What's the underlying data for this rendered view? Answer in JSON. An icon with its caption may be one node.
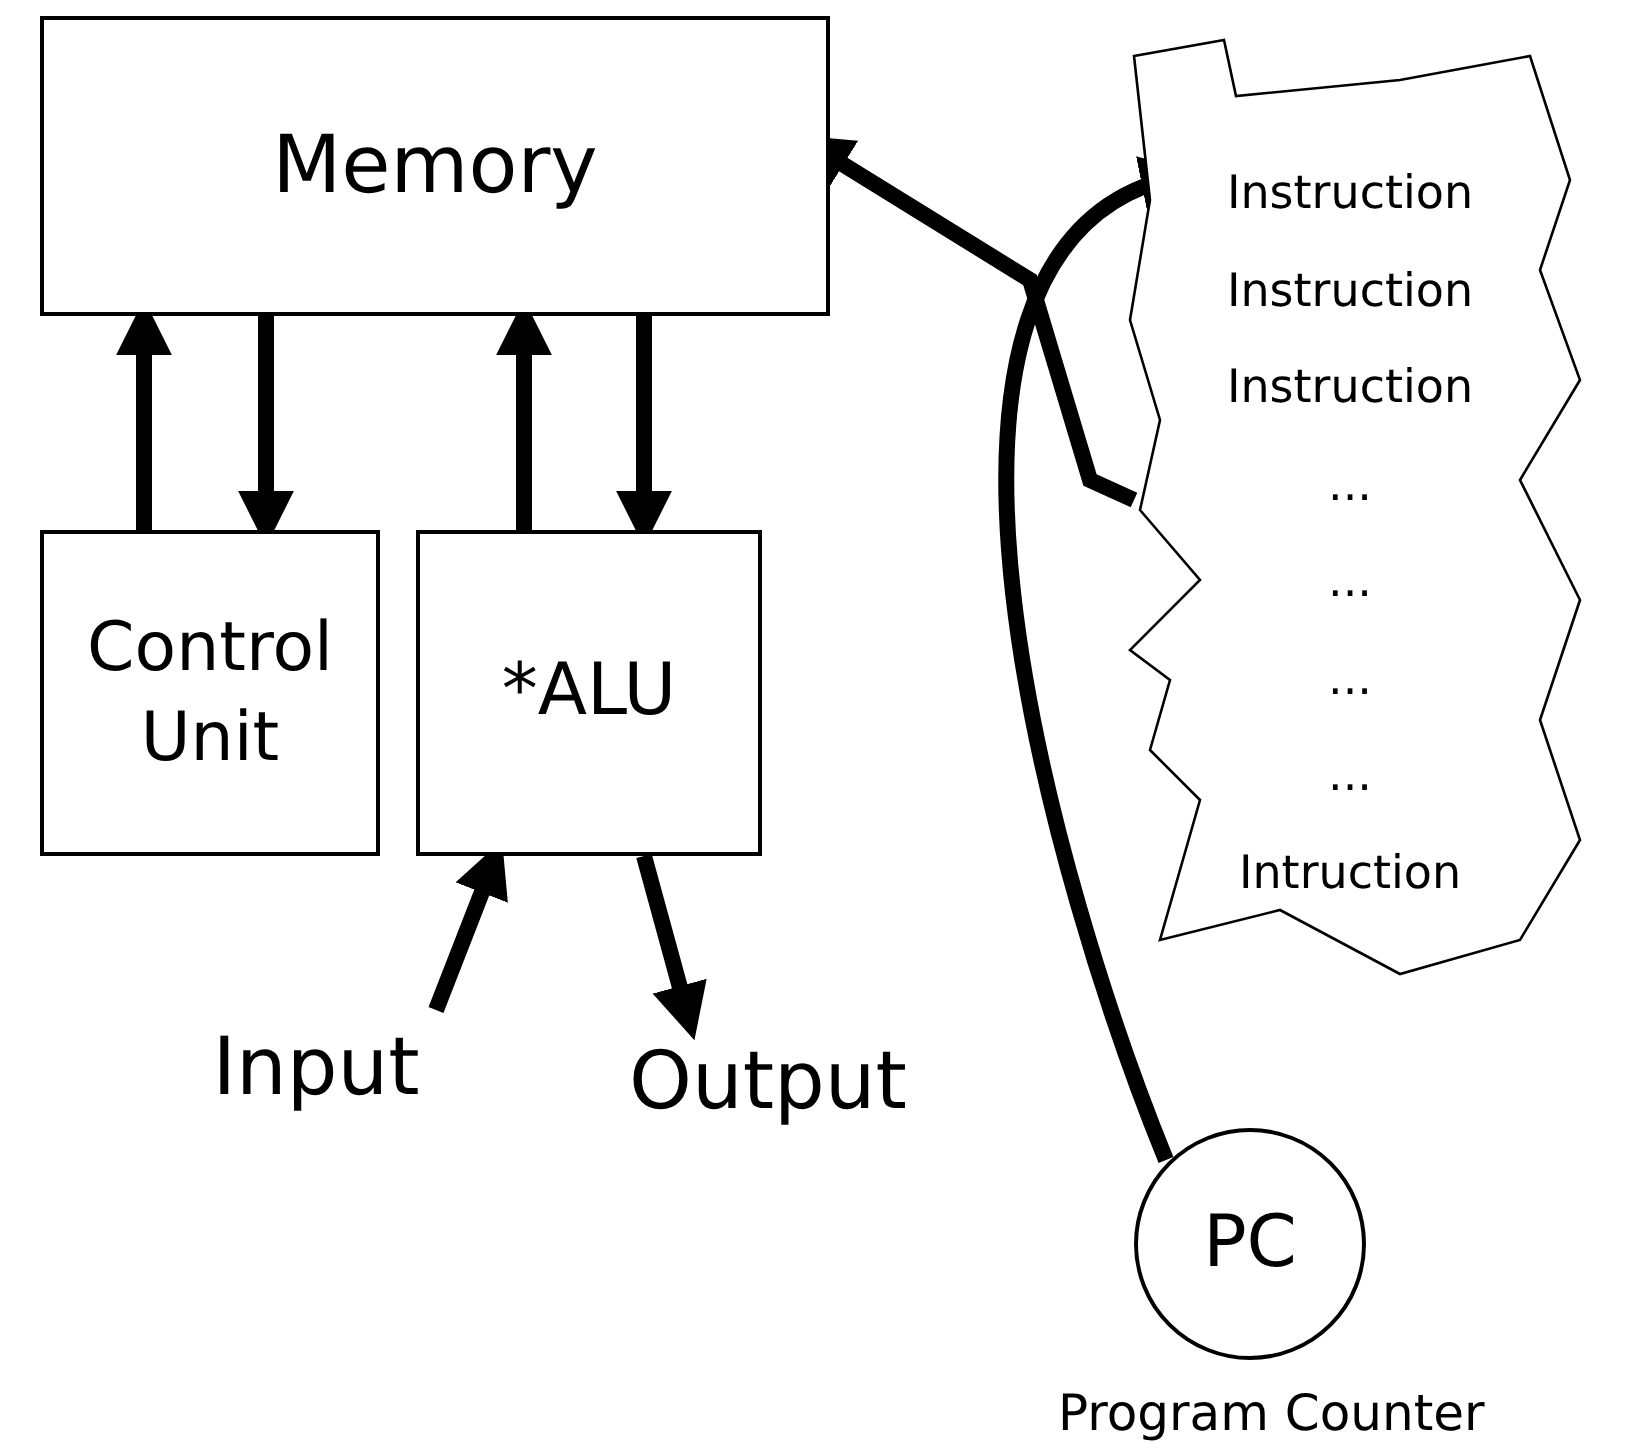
{
  "diagram": {
    "nodes": [
      {
        "text": [
          "Memory"
        ]
      },
      {
        "text": [
          "Control Unit"
        ]
      },
      {
        "text": [
          "*ALU"
        ]
      },
      {
        "text": [
          "Input"
        ]
      },
      {
        "text": [
          "Output"
        ]
      },
      {
        "text": [
          "Instruction",
          "Instruction",
          "Instruction",
          "...",
          "...",
          "...",
          "...",
          "Intruction"
        ]
      },
      {
        "text": [
          "PC"
        ],
        "beside": [
          "Program Counter"
        ]
      }
    ],
    "edges": [
      {
        "from": 1,
        "to": 0,
        "arrow": "to"
      },
      {
        "from": 0,
        "to": 1,
        "arrow": "to"
      },
      {
        "from": 2,
        "to": 0,
        "arrow": "to"
      },
      {
        "from": 0,
        "to": 2,
        "arrow": "to"
      },
      {
        "from": 3,
        "to": 2,
        "arrow": "to"
      },
      {
        "from": 2,
        "to": 4,
        "arrow": "to"
      },
      {
        "from": 6,
        "to": 5,
        "arrow": "to"
      },
      {
        "from": 5,
        "to": 0,
        "arrow": "to"
      }
    ]
  }
}
